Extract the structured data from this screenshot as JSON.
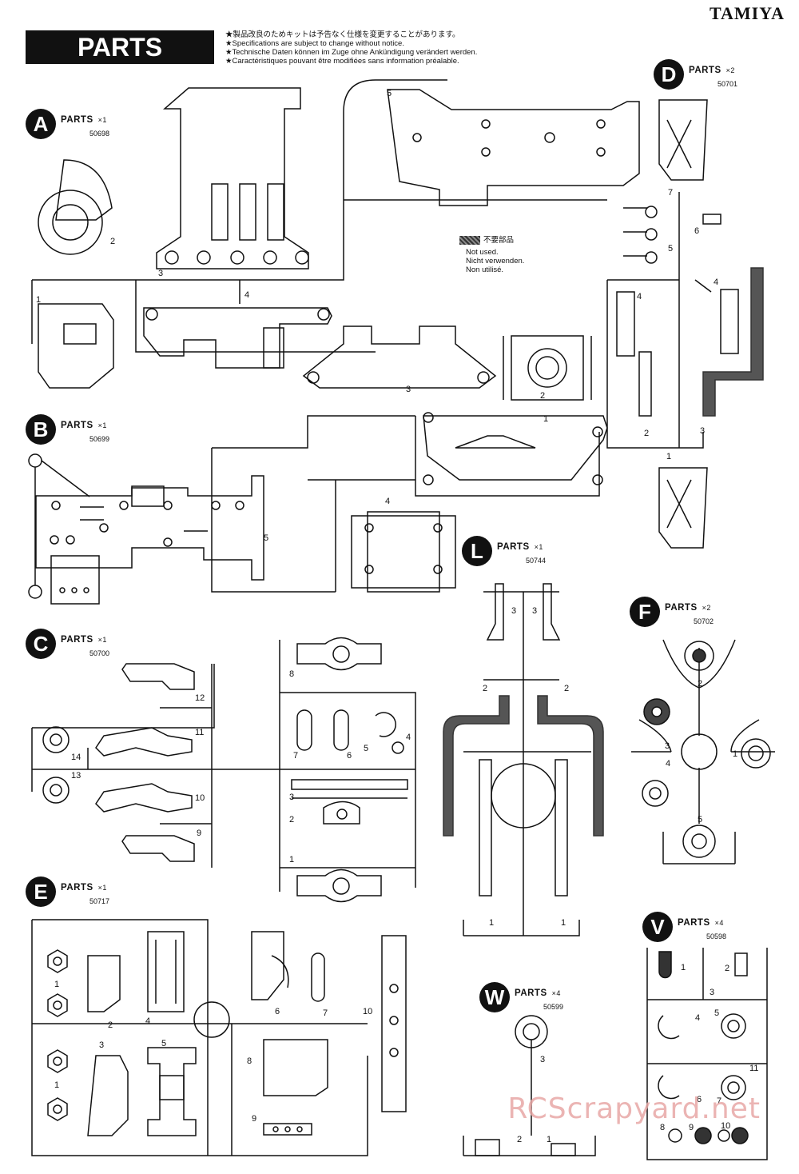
{
  "brand": "TAMIYA",
  "banner": "PARTS",
  "notices": [
    "★製品改良のためキットは予告なく仕様を変更することがあります。",
    "★Specifications are subject to change without notice.",
    "★Technische Daten können im Zuge ohne Ankündigung verändert werden.",
    "★Caractéristiques pouvant être modifiées sans information préalable."
  ],
  "legend": {
    "jp": "不要部品",
    "en": "Not used.",
    "de": "Nicht verwenden.",
    "fr": "Non utilisé."
  },
  "sections": [
    {
      "letter": "A",
      "label": "PARTS",
      "qty": "×1",
      "number": "50698"
    },
    {
      "letter": "B",
      "label": "PARTS",
      "qty": "×1",
      "number": "50699"
    },
    {
      "letter": "C",
      "label": "PARTS",
      "qty": "×1",
      "number": "50700"
    },
    {
      "letter": "D",
      "label": "PARTS",
      "qty": "×2",
      "number": "50701"
    },
    {
      "letter": "E",
      "label": "PARTS",
      "qty": "×1",
      "number": "50717"
    },
    {
      "letter": "F",
      "label": "PARTS",
      "qty": "×2",
      "number": "50702"
    },
    {
      "letter": "L",
      "label": "PARTS",
      "qty": "×1",
      "number": "50744"
    },
    {
      "letter": "V",
      "label": "PARTS",
      "qty": "×4",
      "number": "50598"
    },
    {
      "letter": "W",
      "label": "PARTS",
      "qty": "×4",
      "number": "50599"
    }
  ],
  "part_numbers": {
    "A": [
      "1",
      "2",
      "3",
      "4",
      "5"
    ],
    "B": [
      "1",
      "2",
      "3",
      "4",
      "5"
    ],
    "C": [
      "1",
      "2",
      "3",
      "4",
      "5",
      "6",
      "7",
      "8",
      "9",
      "10",
      "11",
      "12",
      "13",
      "14"
    ],
    "D": [
      "1",
      "2",
      "3",
      "4",
      "5",
      "6",
      "7"
    ],
    "E": [
      "1",
      "2",
      "3",
      "4",
      "5",
      "6",
      "7",
      "8",
      "9",
      "10"
    ],
    "F": [
      "1",
      "2",
      "3",
      "4",
      "5"
    ],
    "L": [
      "1",
      "2",
      "3"
    ],
    "V": [
      "1",
      "2",
      "3",
      "4",
      "5",
      "6",
      "7",
      "8",
      "9",
      "10",
      "11"
    ],
    "W": [
      "1",
      "2",
      "3"
    ]
  },
  "watermark": "RCScrapyard.net"
}
